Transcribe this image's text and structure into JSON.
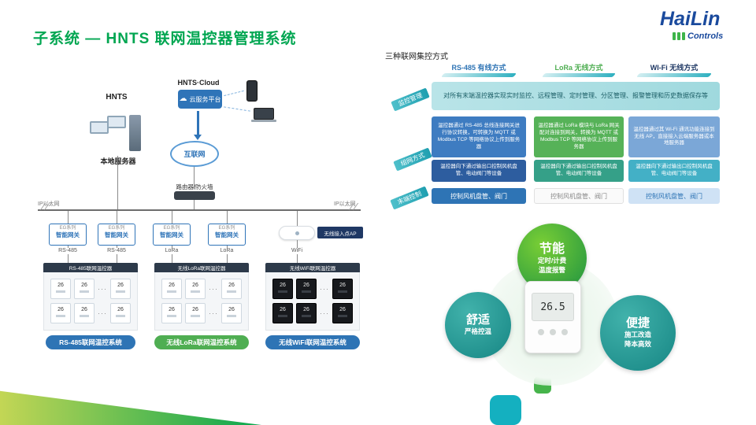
{
  "header": {
    "title": "子系统 — HNTS 联网温控器管理系统",
    "logo_brand": "HaiLin",
    "logo_sub": "Controls"
  },
  "icons": {
    "cloud": "☁"
  },
  "diagram": {
    "hnts": "HNTS",
    "local_server": "本地服务器",
    "cloud_title": "HNTS·Cloud",
    "cloud_platform": "云服务平台",
    "internet": "互联网",
    "router": "路由器/防火墙",
    "ethernet": "IP以太网",
    "gateway_tag": "EG系列",
    "gateway_label": "智能网关",
    "ports": [
      "RS-485",
      "RS-485",
      "LoRa",
      "LoRa",
      "WiFi"
    ],
    "ap": "无线接入点AP",
    "more": "···",
    "panels": [
      {
        "header": "RS-485联网温控器",
        "temp": "26"
      },
      {
        "header": "无线LoRa联网温控器",
        "temp": "26"
      },
      {
        "header": "无线WiFi联网温控器",
        "temp": "26"
      }
    ],
    "pills": [
      "RS-485联网温控系统",
      "无线LoRa联网温控系统",
      "无线WiFi联网温控系统"
    ]
  },
  "matrix": {
    "title": "三种联网集控方式",
    "columns": [
      "RS-485 有线方式",
      "LoRa 无线方式",
      "WI-Fi 无线方式"
    ],
    "row_labels": [
      "监控管理",
      "组网方式",
      "末端控制"
    ],
    "monitoring": "对所有末端温控器实现实时监控、远程管理、定时管理、分区管理、报警管理和历史数据保存等",
    "cells": [
      {
        "top": "温控器通过 RS-485 总线连接网关进行协议转换，可转换为 MQTT 或 Modbus TCP 等网络协议上传到服务器",
        "bottom": "温控器向下通过输出口控制风机盘管、电动阀门等设备"
      },
      {
        "top": "温控器通过 LoRa 模块与 LoRa 网关配对连接到网关，转换为 MQTT 或 Modbus TCP 等网络协议上传到服务器",
        "bottom": "温控器向下通过输出口控制风机盘管、电动阀门等设备"
      },
      {
        "top": "温控器通过其 Wi-Fi 通讯功能连接到无线 AP，直接接入云端服务器或本地服务器",
        "bottom": "温控器向下通过输出口控制风机盘管、电动阀门等设备"
      }
    ],
    "controls": [
      "控制风机盘管、阀门",
      "控制风机盘管、阀门",
      "控制风机盘管、阀门"
    ]
  },
  "benefits": {
    "energy_title": "节能",
    "energy_line1": "定时/计费",
    "energy_line2": "温度报警",
    "comfort_title": "舒适",
    "comfort_line1": "严格控温",
    "convenient_title": "便捷",
    "convenient_line1": "施工改造",
    "convenient_line2": "降本高效",
    "reading": "26.5"
  }
}
